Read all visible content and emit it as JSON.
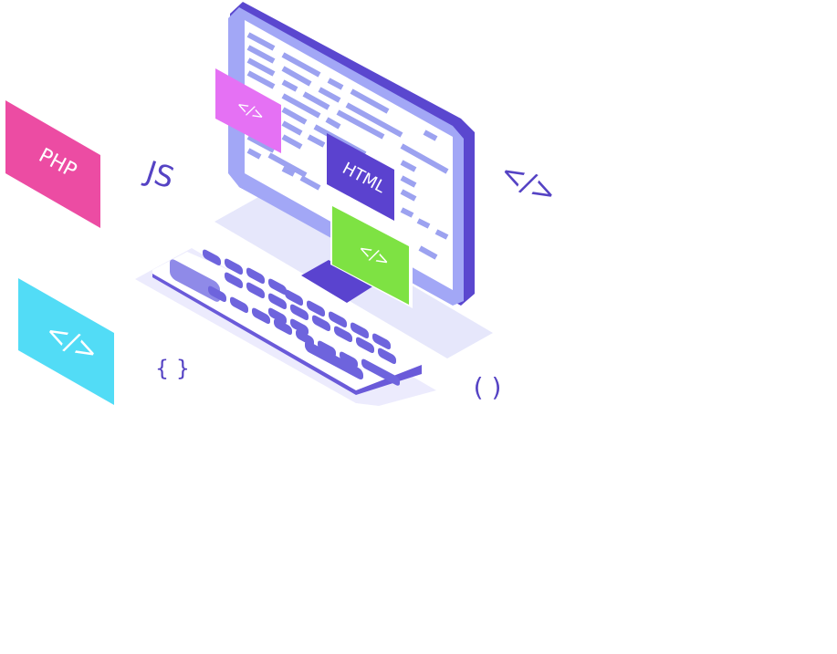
{
  "illustration": {
    "labels": {
      "php": "PHP",
      "js": "JS",
      "html": "HTML",
      "code_tag": "</>",
      "braces": "{ }",
      "parens": "( )"
    },
    "colors": {
      "monitor_frame": "#5a47cf",
      "monitor_frame_light": "#9aa0f5",
      "screen": "#ffffff",
      "code_lines": "#9aa0f0",
      "shadow": "#e4e6fb",
      "keyboard_base": "#ecebfd",
      "keys": "#6e64dd",
      "php_card": "#ec4ca3",
      "cyan_card": "#52dcf6",
      "pink_card": "#e770f3",
      "html_card": "#5b42cf",
      "green_card": "#7ee243",
      "symbol_text": "#5543c4"
    }
  }
}
